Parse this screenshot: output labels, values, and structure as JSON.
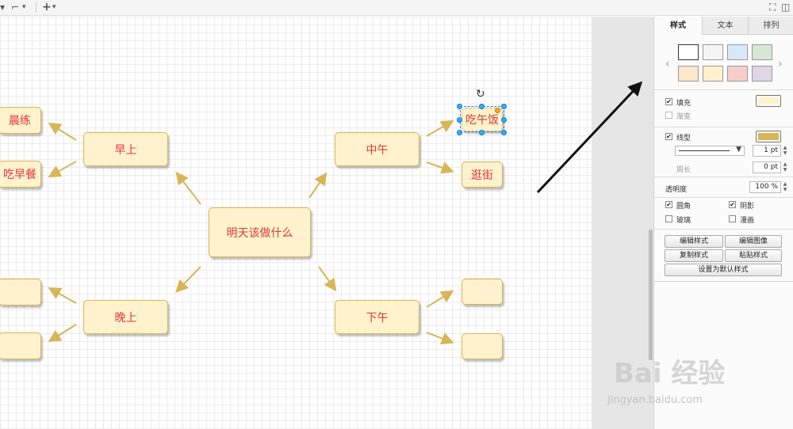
{
  "toolbar": {
    "icons": [
      "waypoint-icon",
      "chevron-down-icon",
      "plus-icon",
      "fullscreen-icon",
      "panel-toggle-icon"
    ]
  },
  "diagram": {
    "center": "明天该做什么",
    "morning": "早上",
    "noon": "中午",
    "evening": "晚上",
    "afternoon": "下午",
    "morning_exercise": "晨练",
    "breakfast": "吃早餐",
    "lunch": "吃午饭",
    "shopping": "逛街",
    "empty": ""
  },
  "colors": {
    "node_fill": "#fff2cc",
    "node_stroke": "#d6b656",
    "node_text": "#e0353f",
    "arrow": "#d6b656"
  },
  "panel": {
    "tabs": [
      "样式",
      "文本",
      "排列"
    ],
    "swatches": [
      "#ffffff",
      "#f5f5f5",
      "#dae8fc",
      "#d5e8d4",
      "#ffe6cc",
      "#fff2cc",
      "#f8cecc",
      "#e1d5e7"
    ],
    "fill_label": "填充",
    "fill_color": "#fff2cc",
    "gradient_label": "渐变",
    "line_label": "线型",
    "line_color": "#d6b656",
    "line_width": "1 pt",
    "perimeter_label": "周长",
    "perimeter_value": "0 pt",
    "opacity_label": "透明度",
    "opacity_value": "100 %",
    "rounded_label": "圆角",
    "shadow_label": "阴影",
    "glass_label": "玻璃",
    "sketch_label": "漫画",
    "edit_style": "编辑样式",
    "edit_image": "编辑图像",
    "copy_style": "复制样式",
    "paste_style": "粘贴样式",
    "set_default": "设置为默认样式",
    "fill_checked": true,
    "gradient_checked": false,
    "line_checked": true,
    "rounded_checked": true,
    "shadow_checked": true,
    "glass_checked": false,
    "sketch_checked": false
  },
  "watermark": {
    "brand": "Bai  经验",
    "url": "jingyan.baidu.com"
  }
}
